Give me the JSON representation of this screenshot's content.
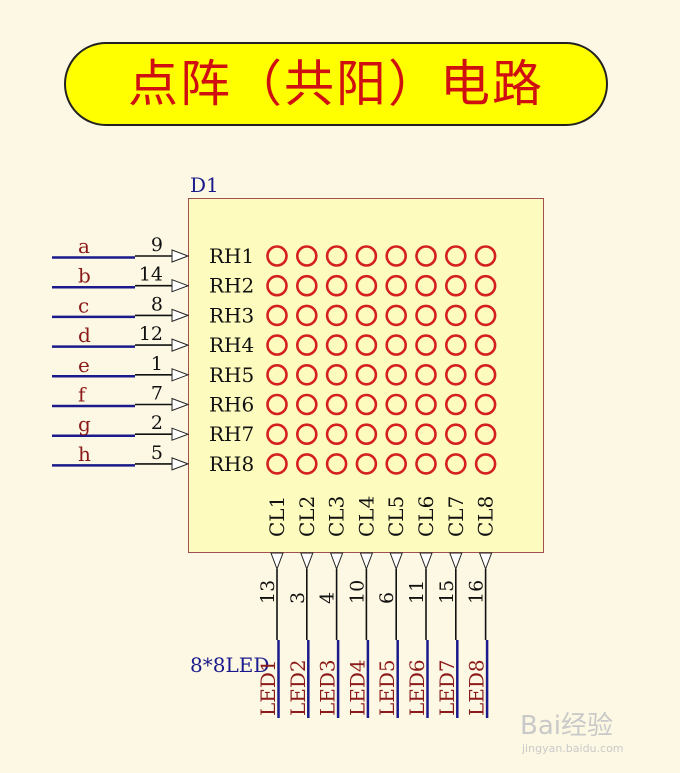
{
  "title": "点阵（共阳）电路",
  "component": {
    "designator": "D1",
    "part_name": "8*8LED"
  },
  "row_inputs": [
    {
      "net": "a",
      "pin": "9",
      "port": "RH1"
    },
    {
      "net": "b",
      "pin": "14",
      "port": "RH2"
    },
    {
      "net": "c",
      "pin": "8",
      "port": "RH3"
    },
    {
      "net": "d",
      "pin": "12",
      "port": "RH4"
    },
    {
      "net": "e",
      "pin": "1",
      "port": "RH5"
    },
    {
      "net": "f",
      "pin": "7",
      "port": "RH6"
    },
    {
      "net": "g",
      "pin": "2",
      "port": "RH7"
    },
    {
      "net": "h",
      "pin": "5",
      "port": "RH8"
    }
  ],
  "column_outputs": [
    {
      "port": "CL1",
      "pin": "13",
      "net": "LED1"
    },
    {
      "port": "CL2",
      "pin": "3",
      "net": "LED2"
    },
    {
      "port": "CL3",
      "pin": "4",
      "net": "LED3"
    },
    {
      "port": "CL4",
      "pin": "10",
      "net": "LED4"
    },
    {
      "port": "CL5",
      "pin": "6",
      "net": "LED5"
    },
    {
      "port": "CL6",
      "pin": "11",
      "net": "LED6"
    },
    {
      "port": "CL7",
      "pin": "15",
      "net": "LED7"
    },
    {
      "port": "CL8",
      "pin": "16",
      "net": "LED8"
    }
  ],
  "matrix": {
    "rows": 8,
    "cols": 8
  },
  "watermark": {
    "brand": "Bai经验",
    "url": "jingyan.baidu.com"
  },
  "colors": {
    "banner_fill": "#ffff00",
    "title_text": "#d01010",
    "led_circle": "#d42020",
    "chip_fill": "#fdfbbd",
    "net_wire": "#1a1a8c",
    "net_label": "#8b1a1a"
  }
}
